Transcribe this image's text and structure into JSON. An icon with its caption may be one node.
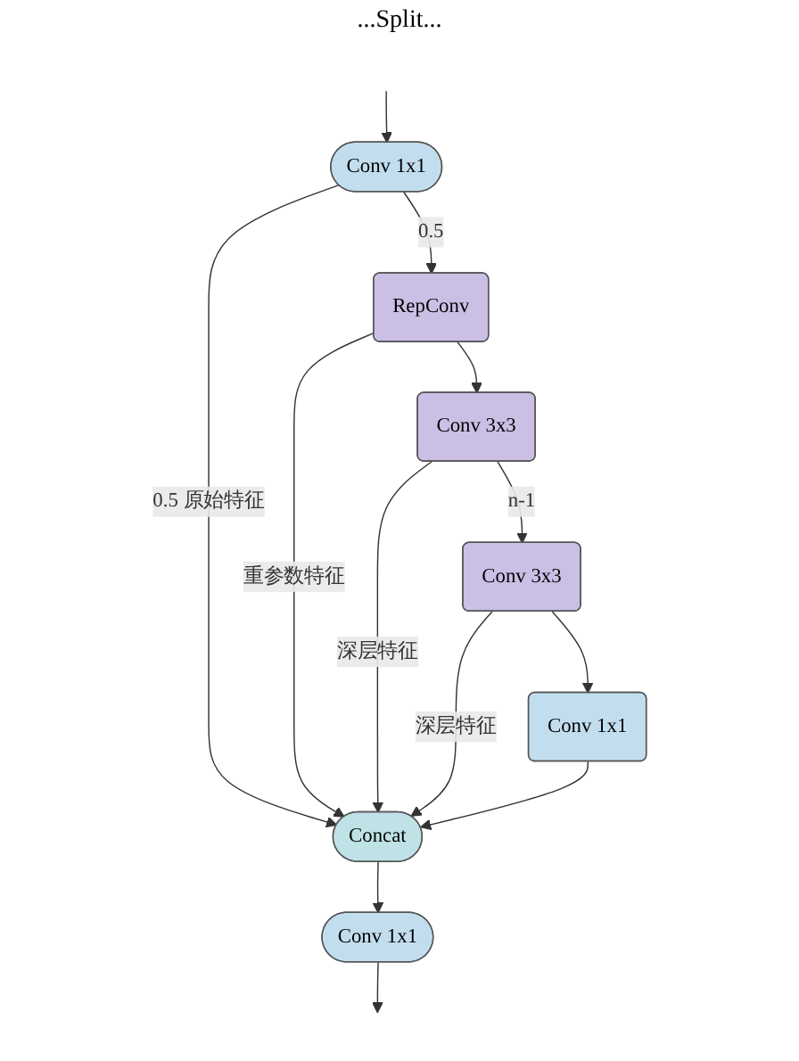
{
  "diagram": {
    "nodes": [
      {
        "text": [
          "Conv 1x1"
        ]
      },
      {
        "text": [
          "RepConv"
        ]
      },
      {
        "text": [
          "Conv 3x3"
        ]
      },
      {
        "text": [
          "Conv 3x3"
        ]
      },
      {
        "text": [
          "Conv 1x1"
        ]
      },
      {
        "text": [
          "Concat"
        ]
      },
      {
        "text": [
          "Conv 1x1"
        ]
      }
    ],
    "edges": [
      {
        "from": null,
        "to": 0,
        "arrow": "to"
      },
      {
        "from": 0,
        "to": 5,
        "label": "0.5 原始特征",
        "arrow": "to"
      },
      {
        "from": 0,
        "to": 1,
        "label": "0.5",
        "arrow": "to"
      },
      {
        "from": 1,
        "to": 5,
        "label": "重参数特征",
        "arrow": "to"
      },
      {
        "from": 1,
        "to": 2,
        "arrow": "to"
      },
      {
        "from": 2,
        "to": 5,
        "label": "深层特征",
        "arrow": "to"
      },
      {
        "from": 2,
        "to": 3,
        "label": "n-1",
        "arrow": "to"
      },
      {
        "from": 3,
        "to": 5,
        "label": "深层特征",
        "arrow": "to"
      },
      {
        "from": 3,
        "to": 4,
        "arrow": "to"
      },
      {
        "from": 4,
        "to": 5,
        "arrow": "to"
      },
      {
        "from": 5,
        "to": 6,
        "arrow": "to"
      },
      {
        "from": 6,
        "to": null,
        "arrow": "to"
      }
    ],
    "labels": [
      "...Split..."
    ]
  }
}
